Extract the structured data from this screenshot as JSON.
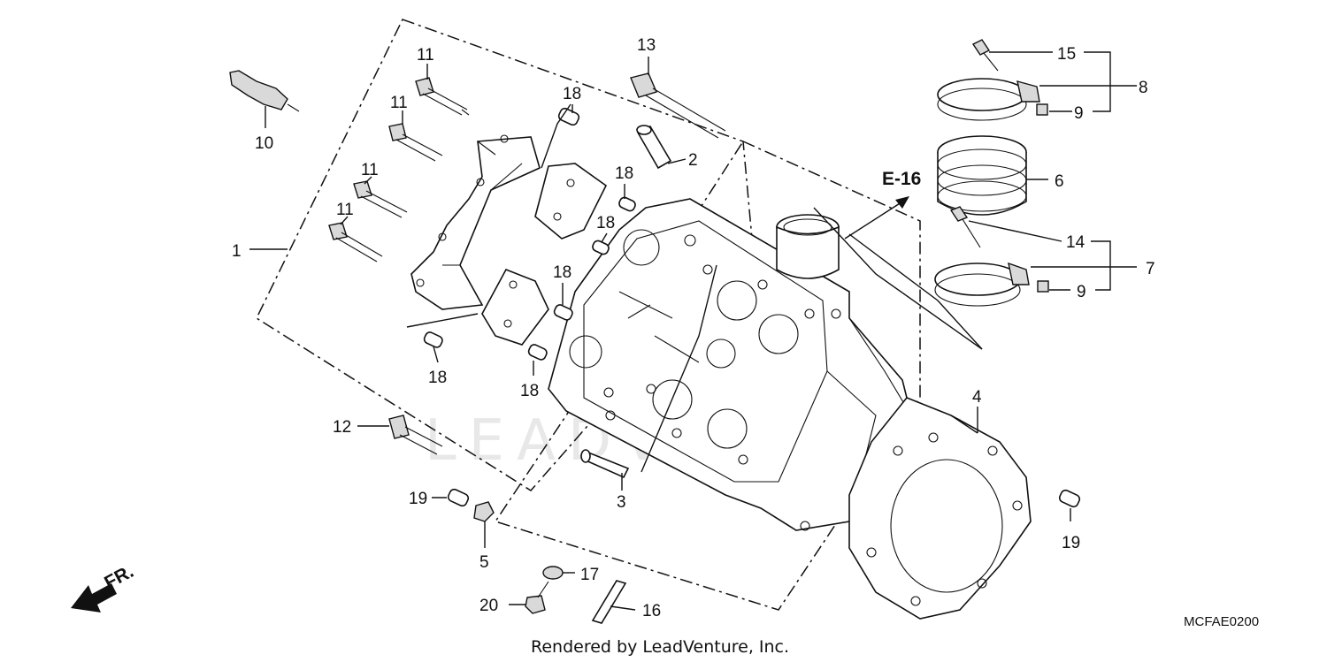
{
  "diagram": {
    "reference_label": "E-16",
    "drawing_code": "MCFAE0200",
    "credit": "Rendered by LeadVenture, Inc.",
    "front_marker": "FR.",
    "watermark": "LEADVENTURE",
    "callouts": {
      "c1": "1",
      "c2": "2",
      "c3": "3",
      "c4": "4",
      "c5": "5",
      "c6": "6",
      "c7": "7",
      "c8": "8",
      "c9a": "9",
      "c9b": "9",
      "c10": "10",
      "c11a": "11",
      "c11b": "11",
      "c11c": "11",
      "c11d": "11",
      "c12": "12",
      "c13": "13",
      "c14": "14",
      "c15": "15",
      "c16": "16",
      "c17": "17",
      "c18a": "18",
      "c18b": "18",
      "c18c": "18",
      "c18d": "18",
      "c18e": "18",
      "c18f": "18",
      "c19a": "19",
      "c19b": "19",
      "c20": "20"
    }
  }
}
